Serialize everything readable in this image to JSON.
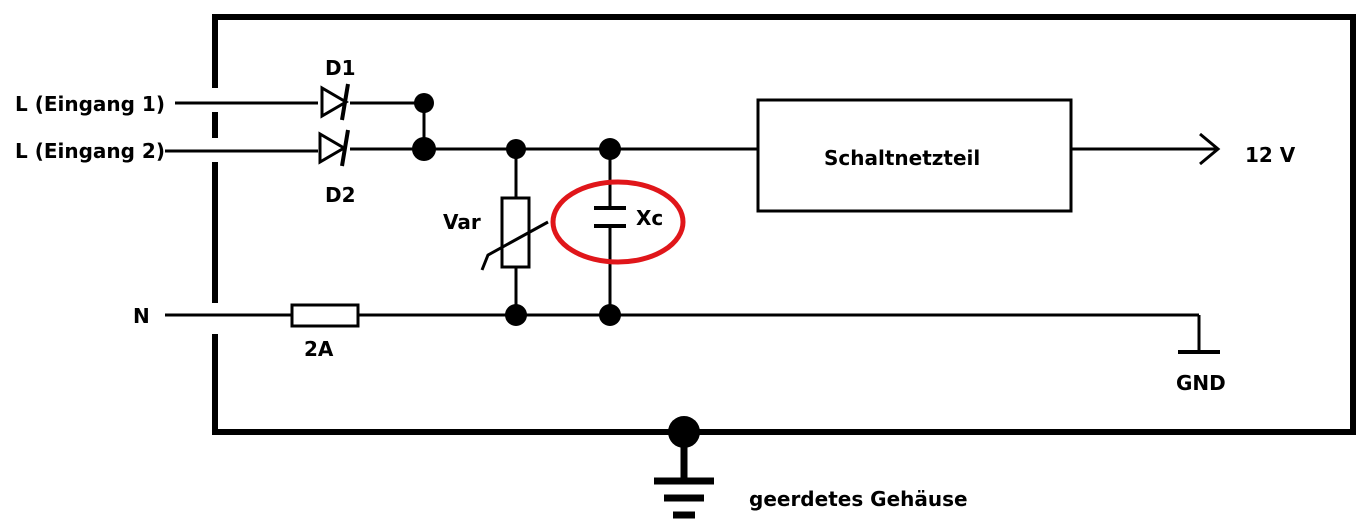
{
  "labels": {
    "input_l1": "L (Eingang 1)",
    "input_l2": "L (Eingang 2)",
    "input_n": "N",
    "diode1": "D1",
    "diode2": "D2",
    "varistor": "Var",
    "capacitor": "Xc",
    "fuse": "2A",
    "psu": "Schaltnetzteil",
    "output": "12 V",
    "gnd": "GND",
    "housing": "geerdetes Gehäuse"
  },
  "colors": {
    "wire": "#000000",
    "highlight": "#e0161a"
  }
}
